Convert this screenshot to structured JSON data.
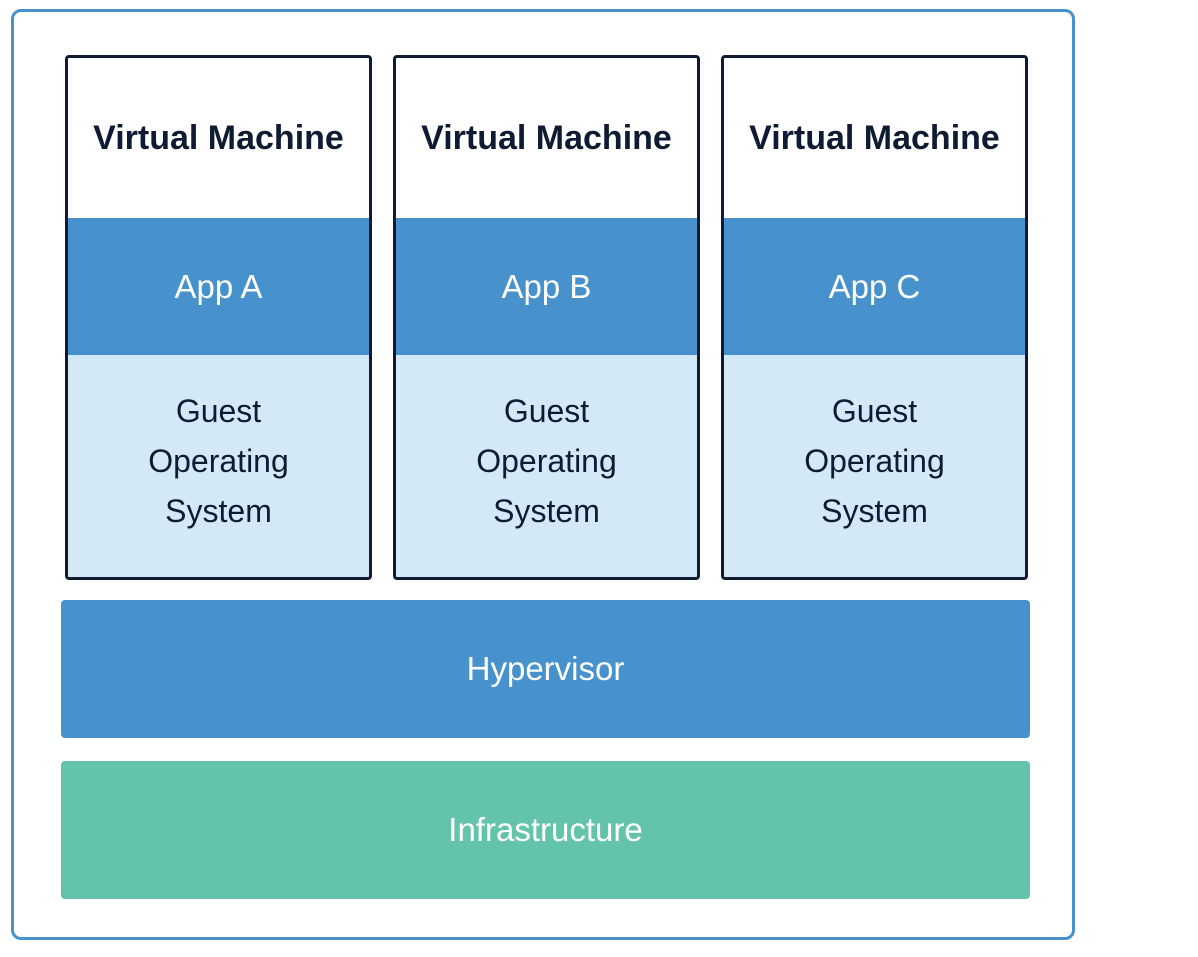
{
  "colors": {
    "frame_border": "#4791cd",
    "vm_border": "#0f1b33",
    "app_fill": "#4791cd",
    "os_fill": "#d4e9f8",
    "hypervisor_fill": "#4791cd",
    "infrastructure_fill": "#64c3ab",
    "dark_text": "#0f1b33",
    "light_text": "#ffffff"
  },
  "vms": [
    {
      "title": "Virtual Machine",
      "app": "App A",
      "os_lines": [
        "Guest",
        "Operating",
        "System"
      ]
    },
    {
      "title": "Virtual Machine",
      "app": "App B",
      "os_lines": [
        "Guest",
        "Operating",
        "System"
      ]
    },
    {
      "title": "Virtual Machine",
      "app": "App C",
      "os_lines": [
        "Guest",
        "Operating",
        "System"
      ]
    }
  ],
  "hypervisor": {
    "label": "Hypervisor"
  },
  "infrastructure": {
    "label": "Infrastructure"
  }
}
